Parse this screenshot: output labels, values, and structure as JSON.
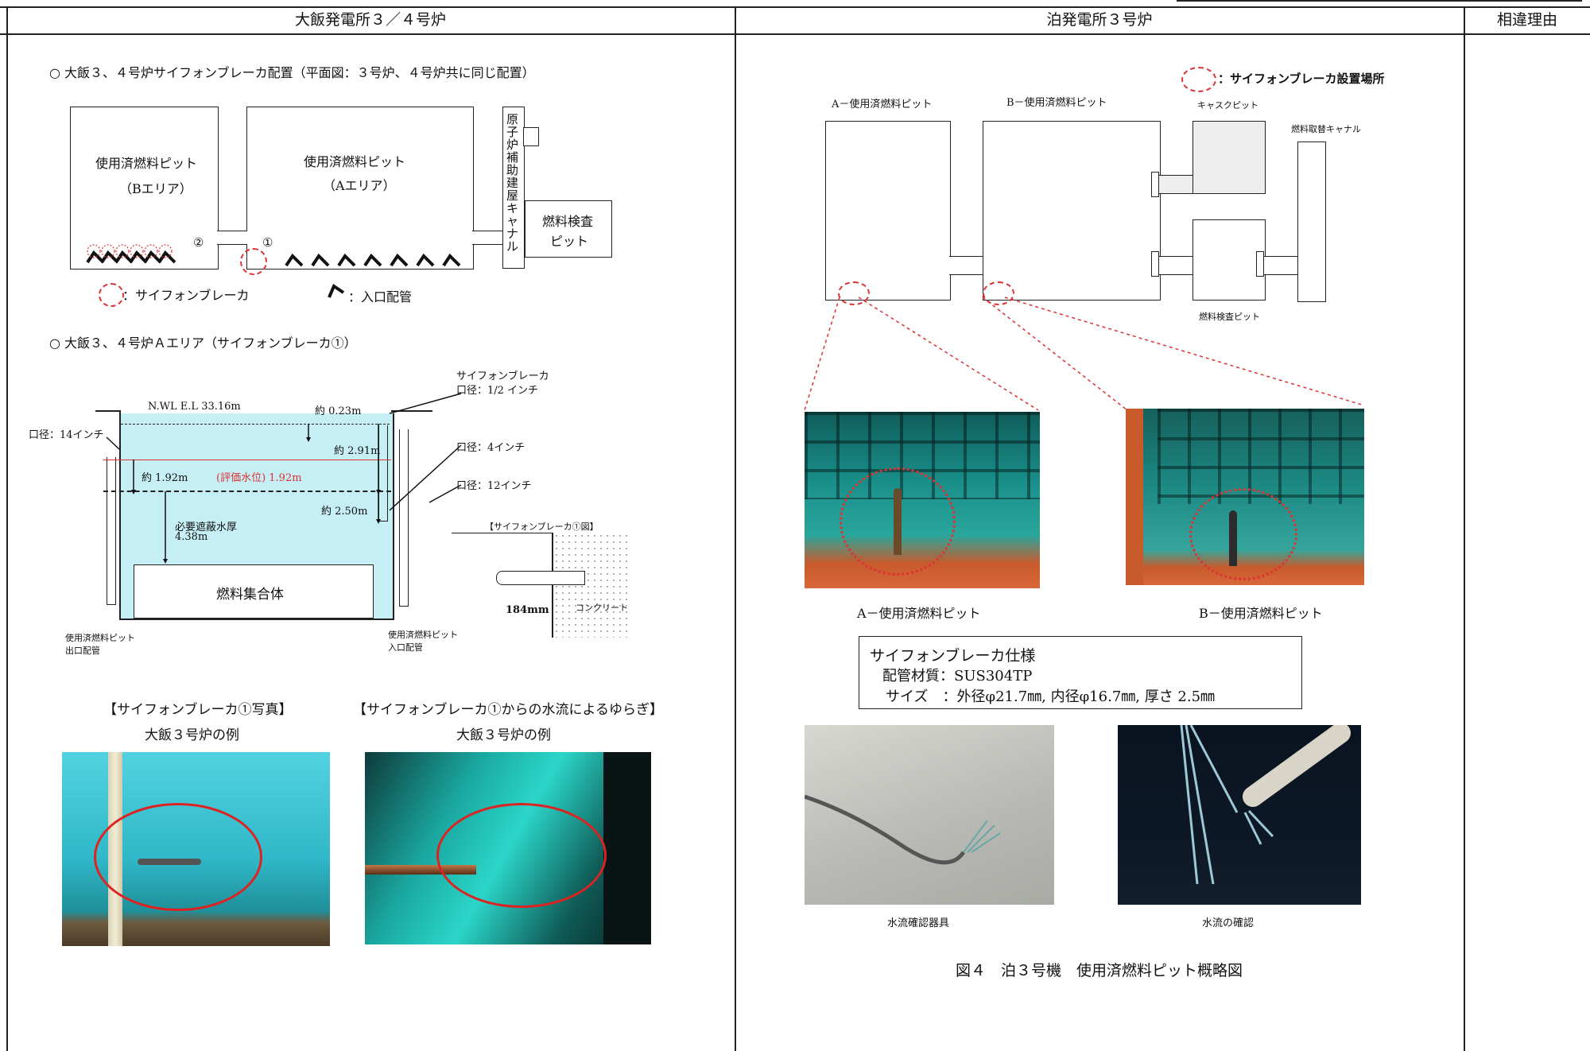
{
  "top_note": "…",
  "headers": {
    "left": "大飯発電所３／４号炉",
    "middle": "泊発電所３号炉",
    "right": "相違理由"
  },
  "left": {
    "sec1_title": "○ 大飯３、４号炉サイフォンブレーカ配置（平面図：３号炉、４号炉共に同じ配置）",
    "pitB_l1": "使用済燃料ピット",
    "pitB_l2": "（Bエリア）",
    "pitA_l1": "使用済燃料ピット",
    "pitA_l2": "（Aエリア）",
    "canal_label": "原子炉補助建屋キャナル",
    "insp_l1": "燃料検査",
    "insp_l2": "ピット",
    "num1": "①",
    "num2": "②",
    "legend_sb": "：サイフォンブレーカ",
    "legend_pipe": "：入口配管",
    "sec2_title": "○ 大飯３、４号炉Ａエリア（サイフォンブレーカ①）",
    "nwl": "N.WL E.L 33.16m",
    "sb_spec_l1": "サイフォンブレーカ",
    "sb_spec_l2": "口径：1/2 インチ",
    "d023": "約 0.23m",
    "d291": "約 2.91m",
    "d14": "口径：14インチ",
    "d4in": "口径：4インチ",
    "d12in": "口径：12インチ",
    "d192": "約 1.92m",
    "eval_level": "(評価水位) 1.92m",
    "d250": "約 2.50m",
    "shield_l1": "必要遮蔽水厚",
    "shield_l2": "4.38m",
    "fuel": "燃料集合体",
    "out_l1": "使用済燃料ピット",
    "out_l2": "出口配管",
    "in_l1": "使用済燃料ピット",
    "in_l2": "入口配管",
    "detail_title": "【サイフォンブレーカ①図】",
    "detail_dim": "184mm",
    "concrete": "コンクリート",
    "photo1_title": "【サイフォンブレーカ①写真】",
    "photo1_sub": "大飯３号炉の例",
    "photo2_title": "【サイフォンブレーカ①からの水流によるゆらぎ】",
    "photo2_sub": "大飯３号炉の例"
  },
  "middle": {
    "legend": "：サイフォンブレーカ設置場所",
    "pitA": "A－使用済燃料ピット",
    "pitB": "B－使用済燃料ピット",
    "cask": "キャスクピット",
    "canal": "燃料取替キャナル",
    "insp": "燃料検査ピット",
    "capA": "A－使用済燃料ピット",
    "capB": "B－使用済燃料ピット",
    "spec_title": "サイフォンブレーカ仕様",
    "spec_mat": "配管材質：SUS304TP",
    "spec_size": "サイズ　：外径φ21.7㎜, 内径φ16.7㎜, 厚さ 2.5㎜",
    "cap3": "水流確認器具",
    "cap4": "水流の確認",
    "fig_caption": "図４　泊３号機　使用済燃料ピット概略図"
  }
}
